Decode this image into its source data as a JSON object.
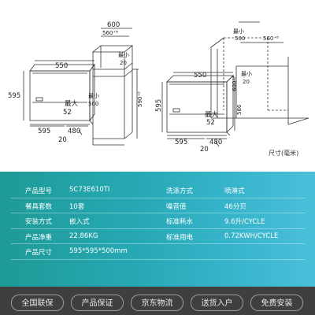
{
  "diagram": {
    "left": {
      "w_top": "550",
      "h_side": "595",
      "min_big": "最大",
      "big_52": "52",
      "w_bottom": "595",
      "d_480": "480",
      "d_20": "20",
      "cab_600": "600",
      "cab_560": "560⁺⁸",
      "min_label_1": "最小",
      "min_20": "20",
      "min_label_2": "最小",
      "min_500": "500",
      "h_590": "590⁺²"
    },
    "right": {
      "min_label_top": "最小",
      "min_500_top": "500",
      "w_560": "560⁺⁸",
      "h_600": "600⁺⁴",
      "min_label_side": "最小",
      "min_20": "20",
      "w_550": "550",
      "h_595": "595",
      "h_586": "586",
      "min_big": "最大",
      "big_52": "52",
      "w_595": "595",
      "d_480": "480",
      "d_20": "20"
    },
    "unit_note": "尺寸(毫米)"
  },
  "specs": {
    "rows": [
      {
        "l1": "产品型号",
        "v1": "SC73E610TI",
        "l2": "洗涤方式",
        "v2": "喷淋式"
      },
      {
        "l1": "餐具套数",
        "v1": "10套",
        "l2": "噪音值",
        "v2": "46分贝"
      },
      {
        "l1": "安装方式",
        "v1": "嵌入式",
        "l2": "标准耗水",
        "v2": "9.6升/CYCLE"
      },
      {
        "l1": "产品净重",
        "v1": "22.86KG",
        "l2": "标准用电",
        "v2": "0.72KWH/CYCLE"
      },
      {
        "l1": "产品尺寸",
        "v1": "595*595*500mm",
        "l2": "",
        "v2": ""
      }
    ]
  },
  "services": [
    "全国联保",
    "产品保证",
    "京东物流",
    "送货入户",
    "免费安装"
  ],
  "colors": {
    "panel_start": "#1e9a96",
    "panel_end": "#4bbfd9",
    "service_bg": "#3f3f3f"
  }
}
